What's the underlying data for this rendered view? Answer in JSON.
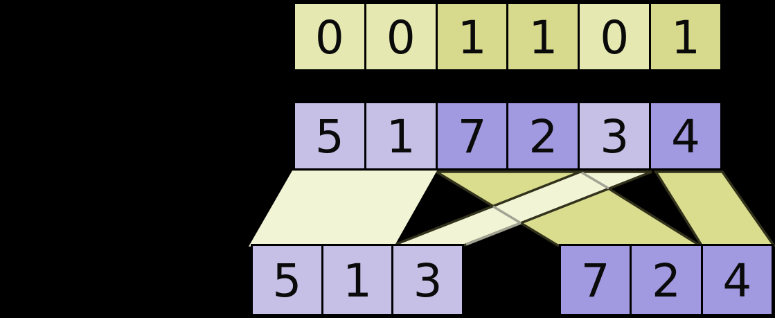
{
  "diagram": {
    "kind": "array-partition-split-diagram"
  },
  "colors": {
    "background": "#000000",
    "cell_border": "#000000",
    "digit": "#0a0a0a",
    "flag_false": "#e6e8b2",
    "flag_true": "#d7d98c",
    "key_false": "#c6c0e7",
    "key_true": "#a29ae0",
    "band_false": "#f2f4d6",
    "band_true": "#dadc8e",
    "band_edge": "#32321c",
    "band_edge_overlap": "#a3a394"
  },
  "rows": [
    {
      "id": "flags-row",
      "name": "flags-row",
      "cells": [
        {
          "value": "0",
          "tone": "flag_false"
        },
        {
          "value": "0",
          "tone": "flag_false"
        },
        {
          "value": "1",
          "tone": "flag_true"
        },
        {
          "value": "1",
          "tone": "flag_true"
        },
        {
          "value": "0",
          "tone": "flag_false"
        },
        {
          "value": "1",
          "tone": "flag_true"
        }
      ]
    },
    {
      "id": "keys-row",
      "name": "keys-row",
      "cells": [
        {
          "value": "5",
          "tone": "key_false"
        },
        {
          "value": "1",
          "tone": "key_false"
        },
        {
          "value": "7",
          "tone": "key_true"
        },
        {
          "value": "2",
          "tone": "key_true"
        },
        {
          "value": "3",
          "tone": "key_false"
        },
        {
          "value": "4",
          "tone": "key_true"
        }
      ]
    },
    {
      "id": "out-false",
      "name": "output-row-flag0",
      "cells": [
        {
          "value": "5",
          "tone": "key_false"
        },
        {
          "value": "1",
          "tone": "key_false"
        },
        {
          "value": "3",
          "tone": "key_false"
        }
      ]
    },
    {
      "id": "out-true",
      "name": "output-row-flag1",
      "cells": [
        {
          "value": "7",
          "tone": "key_true"
        },
        {
          "value": "2",
          "tone": "key_true"
        },
        {
          "value": "4",
          "tone": "key_true"
        }
      ]
    }
  ]
}
